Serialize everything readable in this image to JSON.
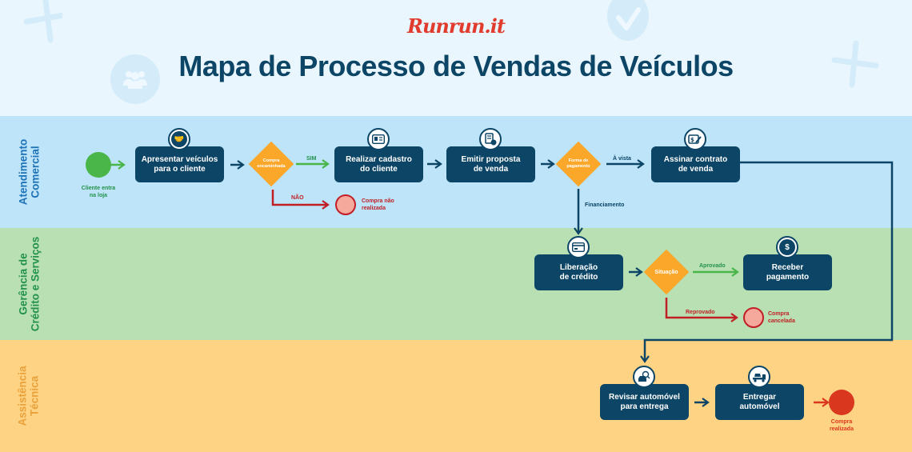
{
  "header": {
    "logo": "Runrun.it",
    "title": "Mapa de Processo de Vendas de Veículos",
    "decorations": [
      "plus-icon",
      "users-icon",
      "check-circle-icon",
      "plus-icon"
    ]
  },
  "colors": {
    "navy": "#0c4566",
    "lane_comercial": "#bde4f8",
    "lane_credito": "#b8e0b3",
    "lane_assistencia": "#fed384",
    "decision": "#fba72a",
    "start": "#4ab649",
    "end_fail": "#f5a89c",
    "end_success": "#d9371e",
    "yes_arrow": "#4ab649",
    "no_arrow": "#c01f25"
  },
  "lanes": [
    {
      "id": "comercial",
      "label": "Atendimento\nComercial"
    },
    {
      "id": "credito",
      "label": "Gerência de\nCrédito e Serviços"
    },
    {
      "id": "assistencia",
      "label": "Assistência\nTécnica"
    }
  ],
  "events": {
    "start": {
      "label": "Cliente entra\nna loja"
    },
    "end_nao_realizada": {
      "label": "Compra não\nrealizada"
    },
    "end_cancelada": {
      "label": "Compra\ncancelada"
    },
    "end_realizada": {
      "label": "Compra\nrealizada"
    }
  },
  "tasks": [
    {
      "id": "apresentar",
      "label": "Apresentar veículos\npara o cliente",
      "icon": "handshake-icon"
    },
    {
      "id": "cadastro",
      "label": "Realizar cadastro\ndo cliente",
      "icon": "id-card-icon"
    },
    {
      "id": "proposta",
      "label": "Emitir proposta\nde venda",
      "icon": "document-money-icon"
    },
    {
      "id": "contrato",
      "label": "Assinar contrato\nde venda",
      "icon": "contract-sign-icon"
    },
    {
      "id": "liberacao",
      "label": "Liberação\nde crédito",
      "icon": "credit-card-icon"
    },
    {
      "id": "receber",
      "label": "Receber\npagamento",
      "icon": "money-bag-icon"
    },
    {
      "id": "revisar",
      "label": "Revisar automóvel\npara entrega",
      "icon": "car-search-icon"
    },
    {
      "id": "entregar",
      "label": "Entregar\nautomóvel",
      "icon": "tow-truck-icon"
    }
  ],
  "decisions": [
    {
      "id": "compra",
      "label": "Compra\nencaminhada",
      "yes": "SIM",
      "no": "NÃO"
    },
    {
      "id": "pagamento",
      "label": "Forma de\npagamento",
      "option_a": "À vista",
      "option_b": "Financiamento"
    },
    {
      "id": "situacao",
      "label": "Situação",
      "yes": "Aprovado",
      "no": "Reprovado"
    }
  ]
}
